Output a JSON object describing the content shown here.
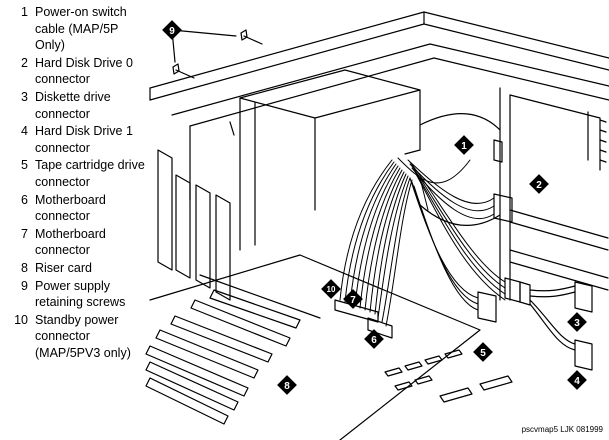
{
  "legend": [
    {
      "num": "1",
      "text": "Power-on switch\ncable (MAP/5P\nOnly)"
    },
    {
      "num": "2",
      "text": "Hard Disk Drive 0\nconnector"
    },
    {
      "num": "3",
      "text": "Diskette drive\nconnector"
    },
    {
      "num": "4",
      "text": "Hard Disk Drive 1\nconnector"
    },
    {
      "num": "5",
      "text": "Tape cartridge drive\nconnector"
    },
    {
      "num": "6",
      "text": "Motherboard\nconnector"
    },
    {
      "num": "7",
      "text": "Motherboard\nconnector"
    },
    {
      "num": "8",
      "text": "Riser card"
    },
    {
      "num": "9",
      "text": "Power supply\nretaining screws"
    },
    {
      "num": "10",
      "text": "Standby power\nconnector\n(MAP/5PV3 only)"
    }
  ],
  "callouts": [
    "1",
    "2",
    "3",
    "4",
    "5",
    "6",
    "7",
    "8",
    "9",
    "10"
  ],
  "footer": "pscvmap5 LJK 081999"
}
